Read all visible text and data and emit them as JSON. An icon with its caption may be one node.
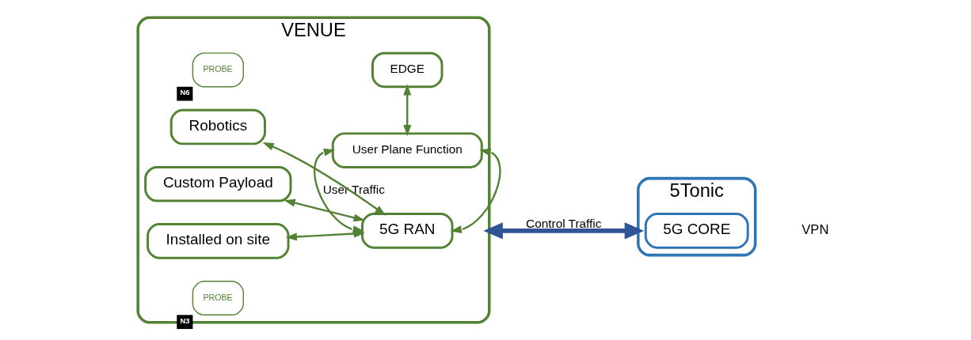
{
  "diagram": {
    "nodes": [
      {
        "text": [
          "VENUE"
        ]
      },
      {
        "text": [
          "5G RAN"
        ],
        "in": 0
      },
      {
        "text": [
          "Robotics"
        ],
        "in": 0
      },
      {
        "text": [
          "Custom Payload"
        ],
        "in": 0
      },
      {
        "text": [
          "Installed on site"
        ],
        "in": 0
      },
      {
        "text": [
          "User Plane Function"
        ],
        "in": 0
      },
      {
        "text": [
          "EDGE"
        ],
        "in": 0
      },
      {
        "text": [
          "PROBE"
        ],
        "in": 0,
        "beside": [
          "N3"
        ]
      },
      {
        "text": [
          "PROBE"
        ],
        "in": 0,
        "beside": [
          "N6"
        ]
      },
      {
        "text": [
          "5Tonic"
        ]
      },
      {
        "text": [
          "5G CORE"
        ],
        "in": 9
      }
    ],
    "edges": [
      {
        "from": 2,
        "to": 1,
        "arrow": "both"
      },
      {
        "from": 3,
        "to": 1,
        "arrow": "both"
      },
      {
        "from": 4,
        "to": 1,
        "arrow": "both"
      },
      {
        "from": 1,
        "to": 5,
        "arrow": "both",
        "label": "User Traffic"
      },
      {
        "from": 1,
        "to": 5,
        "arrow": "both"
      },
      {
        "from": 5,
        "to": 6,
        "arrow": "both"
      },
      {
        "from": 0,
        "to": 9,
        "arrow": "both",
        "label": "Control Traffic",
        "style": "thick",
        "color": "#2f5597"
      }
    ],
    "labels": [
      "VPN"
    ]
  }
}
